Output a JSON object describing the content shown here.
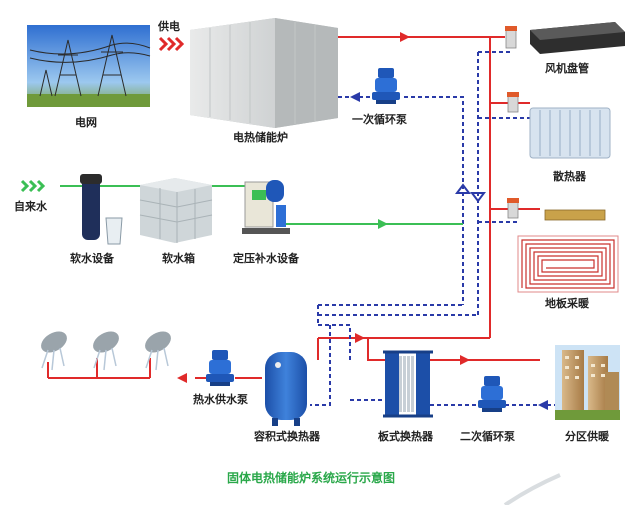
{
  "title": "固体电热储能炉系统运行示意图",
  "labels": {
    "power_supply": "供电",
    "grid": "电网",
    "boiler": "电热储能炉",
    "primary_pump": "一次循环泵",
    "fan_coil": "风机盘管",
    "radiator": "散热器",
    "tap_water": "自来水",
    "softener": "软水设备",
    "soft_tank": "软水箱",
    "pressure_unit": "定压补水设备",
    "floor_heating": "地板采暖",
    "hot_pump": "热水供水泵",
    "storage_exchanger": "容积式换热器",
    "plate_exchanger": "板式换热器",
    "secondary_pump": "二次循环泵",
    "zone_heating": "分区供暖"
  },
  "colors": {
    "supply": "#e02a2a",
    "return": "#2a3aa8",
    "water": "#3bbf55",
    "title": "#2aa84a",
    "pump": "#1f57b8"
  }
}
